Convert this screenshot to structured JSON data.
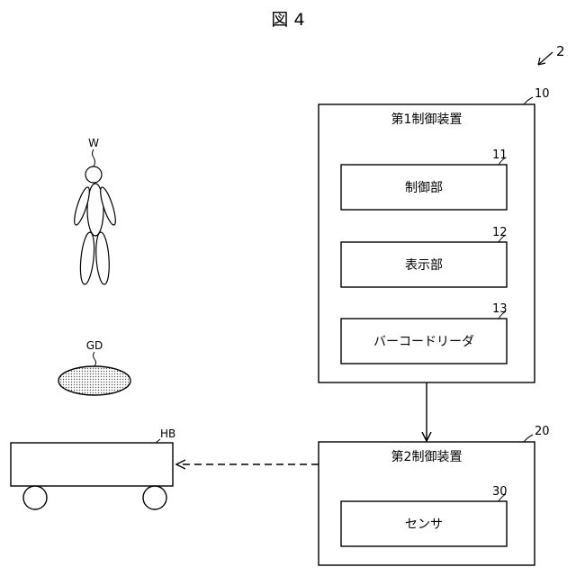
{
  "figure": {
    "title": "図 4",
    "ref": "2"
  },
  "device1": {
    "ref": "10",
    "label": "第1制御装置"
  },
  "control_unit": {
    "ref": "11",
    "label": "制御部"
  },
  "display_unit": {
    "ref": "12",
    "label": "表示部"
  },
  "barcode_reader": {
    "ref": "13",
    "label": "バーコードリーダ"
  },
  "device2": {
    "ref": "20",
    "label": "第2制御装置"
  },
  "sensor": {
    "ref": "30",
    "label": "センサ"
  },
  "worker": {
    "ref": "W"
  },
  "goods": {
    "ref": "GD"
  },
  "cart": {
    "ref": "HB"
  },
  "colors": {
    "line": "#000000",
    "background": "#ffffff",
    "dots": "#555555"
  }
}
